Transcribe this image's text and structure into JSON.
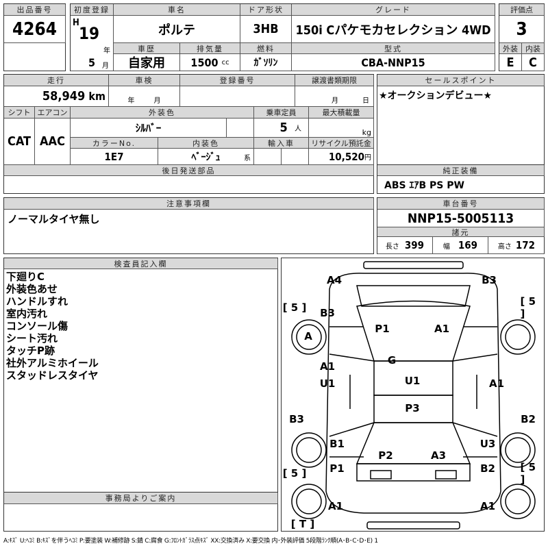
{
  "lot": {
    "label": "出品番号",
    "value": "4264"
  },
  "first_reg": {
    "label": "初度登録",
    "era": "H",
    "year": "19",
    "year_unit": "年",
    "month": "5",
    "month_unit": "月"
  },
  "car_name": {
    "label": "車名",
    "value": "ポルテ"
  },
  "door": {
    "label": "ドア形状",
    "value": "3HB"
  },
  "grade": {
    "label": "グレード",
    "value": "150i Cパケモカセレクション 4WD"
  },
  "history": {
    "label": "車歴",
    "value": "自家用"
  },
  "displacement": {
    "label": "排気量",
    "value": "1500",
    "unit": "cc"
  },
  "fuel": {
    "label": "燃料",
    "value": "ｶﾞｿﾘﾝ"
  },
  "model": {
    "label": "型式",
    "value": "CBA-NNP15"
  },
  "score": {
    "label": "評価点",
    "value": "3",
    "ext_label": "外装",
    "ext": "E",
    "int_label": "内装",
    "int": "C"
  },
  "mileage": {
    "label": "走行",
    "value": "58,949",
    "unit": "km"
  },
  "inspection": {
    "label": "車検",
    "year_unit": "年",
    "month_unit": "月"
  },
  "reg_no": {
    "label": "登録番号"
  },
  "transfer": {
    "label": "譲渡書類期限",
    "month_unit": "月",
    "day_unit": "日"
  },
  "shift": {
    "label": "シフト",
    "value": "CAT"
  },
  "ac": {
    "label": "エアコン",
    "value": "AAC"
  },
  "ext_color": {
    "label": "外装色",
    "value": "ｼﾙﾊﾞｰ"
  },
  "capacity": {
    "label": "乗車定員",
    "value": "5",
    "unit": "人"
  },
  "max_load": {
    "label": "最大積載量",
    "unit": "kg"
  },
  "color_no": {
    "label": "カラーNo.",
    "value": "1E7"
  },
  "int_color": {
    "label": "内装色",
    "value": "ﾍﾞｰｼﾞｭ",
    "suffix": "系"
  },
  "import": {
    "label": "輸入車"
  },
  "recycle": {
    "label": "リサイクル預託金",
    "value": "10,520",
    "unit": "円"
  },
  "later_parts": {
    "label": "後日発送部品"
  },
  "sales_point": {
    "label": "セールスポイント",
    "value": "★オークションデビュー★"
  },
  "equipment": {
    "label": "純正装備",
    "value": "ABS ｴｱB PS PW"
  },
  "notes": {
    "label": "注意事項欄",
    "value": "ノーマルタイヤ無し"
  },
  "chassis": {
    "label": "車台番号",
    "value": "NNP15-5005113",
    "spec_label": "諸元",
    "length_label": "長さ",
    "length": "399",
    "width_label": "幅",
    "width": "169",
    "height_label": "高さ",
    "height": "172"
  },
  "inspector": {
    "label": "検査員記入欄",
    "lines": "下廻りC\n外装色あせ\nハンドルすれ\n室内汚れ\nコンソール傷\nシート汚れ\nタッチP跡\n社外アルミホイール\nスタッドレスタイヤ"
  },
  "office": {
    "label": "事務局よりご案内"
  },
  "diagram": {
    "marks": [
      "A4",
      "B3",
      "[ 5 ]",
      "[ 5 ]",
      "B3",
      "P1",
      "A1",
      "A",
      "G",
      "A1",
      "U1",
      "U1",
      "A1",
      "P3",
      "B3",
      "B2",
      "B1",
      "U3",
      "P2",
      "A3",
      "P1",
      "B2",
      "[ 5 ]",
      "[ 5 ]",
      "A1",
      "A1",
      "[ T ]"
    ]
  },
  "legend": "A:ｷｽﾞ U:ﾍｺﾐ B:ｷｽﾞを伴うﾍｺﾐ P:要塗装 W:補修跡 S:錆 C:腐食 G:ﾌﾛﾝﾄｶﾞﾗｽ点ｷｽﾞ XX:交換済み X:要交換 内･外装評価 5段階ﾗﾝｸ順(A･B･C･D･E) 1"
}
